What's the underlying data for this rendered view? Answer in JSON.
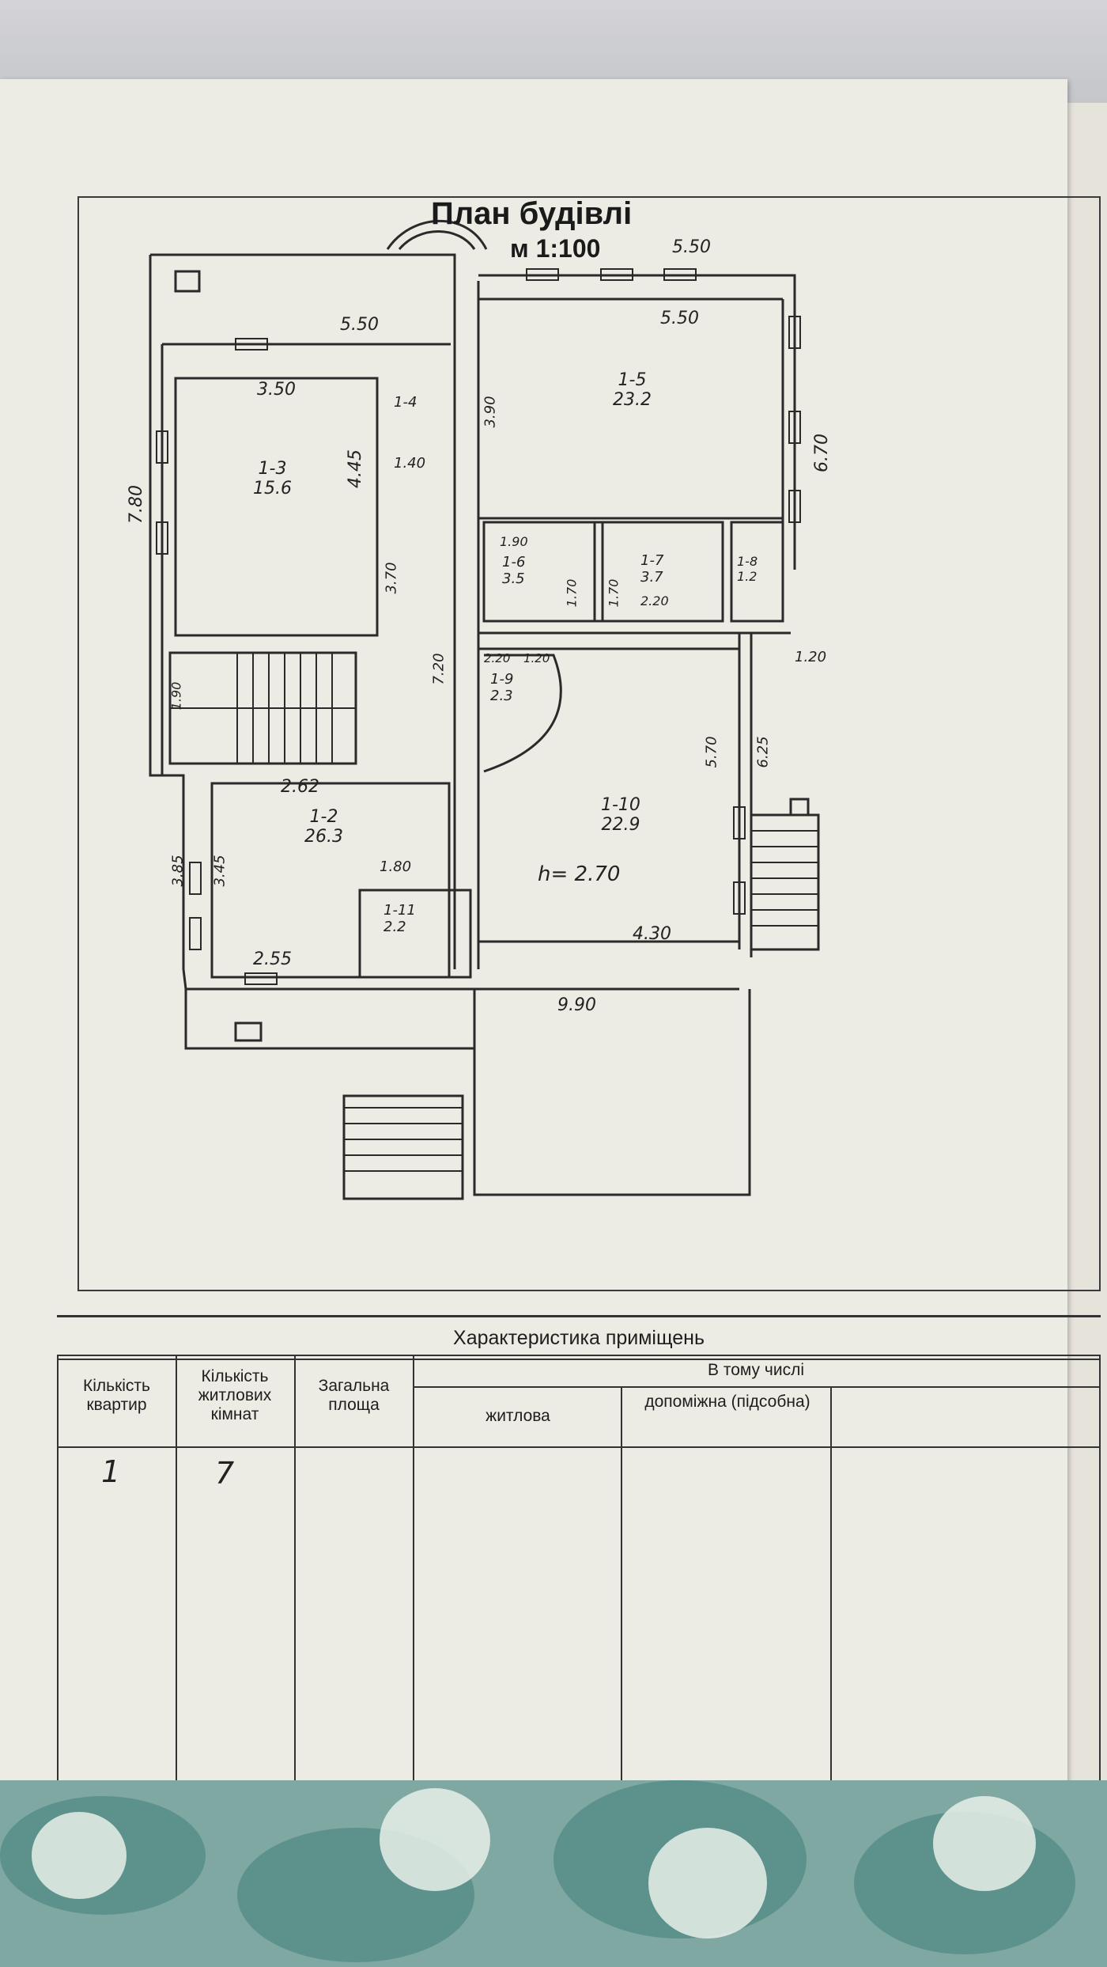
{
  "document": {
    "title": "План будівлі",
    "scale": "м 1:100"
  },
  "plan": {
    "rooms": [
      {
        "id": "1-3",
        "area": "15.6"
      },
      {
        "id": "1-5",
        "area": "23.2"
      },
      {
        "id": "1-2",
        "area": "26.3"
      },
      {
        "id": "1-10",
        "area": "22.9"
      },
      {
        "id": "1-6",
        "area": "3.5"
      },
      {
        "id": "1-7",
        "area": "3.7"
      },
      {
        "id": "1-9",
        "area": "2.3"
      },
      {
        "id": "1-11",
        "area": "2.2"
      },
      {
        "id": "1-8",
        "area": "1.2"
      },
      {
        "id": "1-4",
        "area": ""
      }
    ],
    "dimensions": [
      "5.50",
      "5.50",
      "5.50",
      "3.50",
      "4.45",
      "7.80",
      "1.40",
      "3.90",
      "6.70",
      "3.70",
      "1.90",
      "1.70",
      "1.70",
      "2.20",
      "1.20",
      "7.20",
      "2.20",
      "1.20",
      "5.70",
      "6.25",
      "2.62",
      "3.85",
      "3.45",
      "1.80",
      "2.55",
      "4.30",
      "9.90",
      "1.90"
    ],
    "height_note": "h= 2.70"
  },
  "table": {
    "caption": "Характеристика приміщень",
    "headers": {
      "apartments": "Кількість квартир",
      "living_rooms": "Кількість житлових кімнат",
      "total_area": "Загальна площа",
      "including": "В тому числі",
      "living": "житлова",
      "auxiliary": "допоміжна (підсобна)"
    },
    "values": {
      "apartments": "1",
      "living_rooms": "7"
    }
  }
}
